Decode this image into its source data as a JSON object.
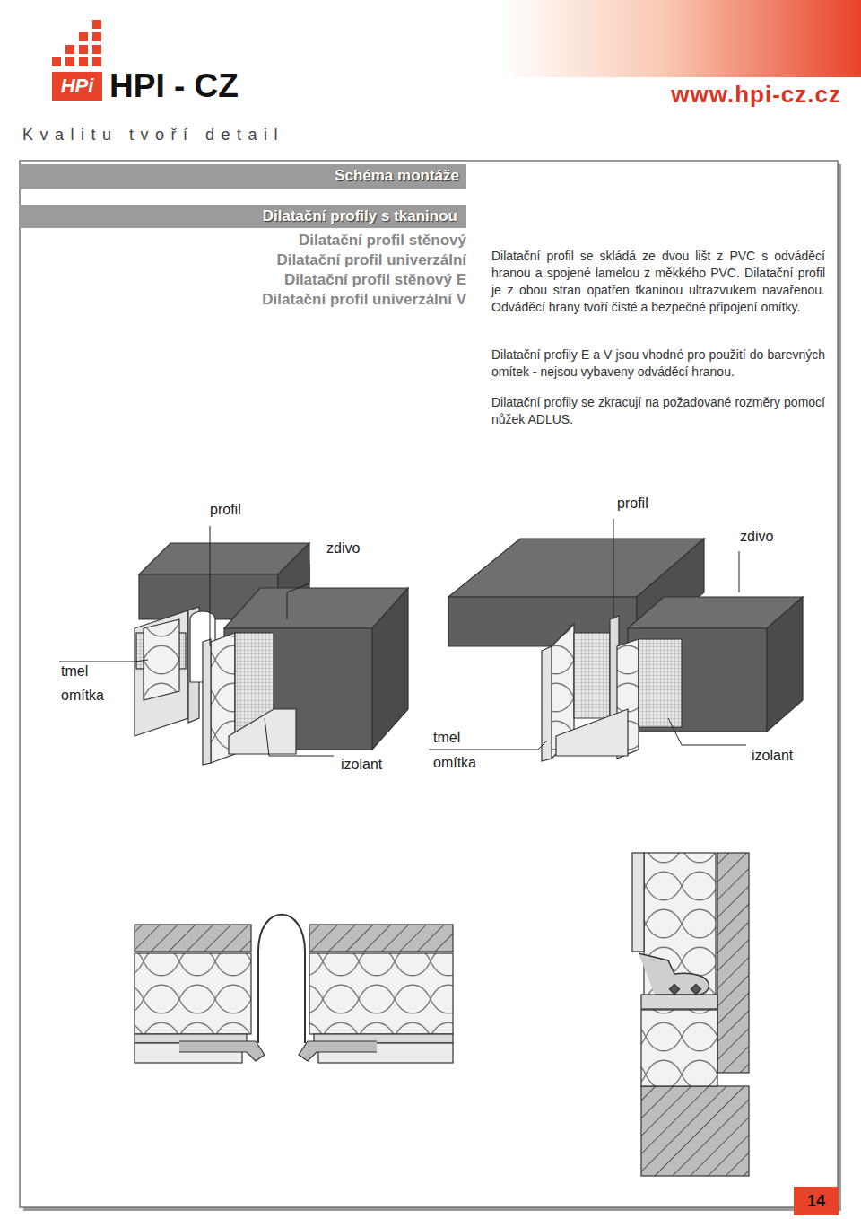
{
  "diagram": {
    "title": "Schéma montáže",
    "nodes": [
      {
        "text": [
          "HPi"
        ]
      },
      {
        "text": [
          "Dilatační profily s tkaninou"
        ]
      },
      {
        "text": [
          "14"
        ]
      }
    ],
    "labels": [
      "HPI - CZ",
      "www.hpi-cz.cz",
      "Kvalitu tvoří detail",
      "Dilatační profil stěnový",
      "Dilatační profil univerzální",
      "Dilatační profil stěnový E",
      "Dilatační profil univerzální V",
      "Dilatační profil se skládá ze dvou lišt z PVC s odváděcí hranou a spojené lamelou z měkkého PVC. Dilatační profil je z obou stran opatřen tkaninou ultrazvukem navařenou. Odváděcí hrany tvoří čisté a bezpečné připojení omítky.",
      "Dilatační profily E a V jsou vhodné pro použití do barevných omítek - nejsou vybaveny odváděcí hranou.",
      "Dilatační profily se zkracují na požadované rozměry pomocí nůžek ADLUS.",
      "profil",
      "zdivo",
      "tmel",
      "omítka",
      "izolant",
      "tmel",
      "omítka",
      "profil",
      "zdivo",
      "izolant"
    ]
  }
}
